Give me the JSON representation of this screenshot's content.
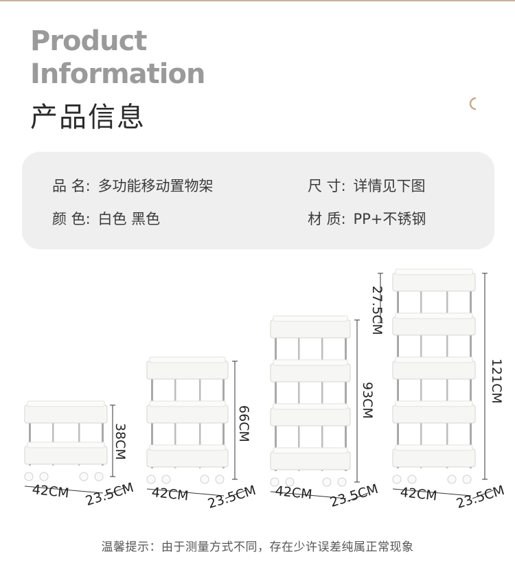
{
  "title_en_line1": "Product",
  "title_en_line2": "Information",
  "title_cn": "产品信息",
  "info": {
    "name_label": "品 名:",
    "name_value": "多功能移动置物架",
    "size_label": "尺 寸:",
    "size_value": "详情见下图",
    "color_label": "颜 色:",
    "color_value": "白色 黑色",
    "material_label": "材 质:",
    "material_value": "PP+不锈钢"
  },
  "products": [
    {
      "tiers": 2,
      "height": "38CM",
      "width": "42CM",
      "depth": "23.5CM"
    },
    {
      "tiers": 3,
      "height": "66CM",
      "width": "42CM",
      "depth": "23.5CM"
    },
    {
      "tiers": 4,
      "height": "93CM",
      "width": "42CM",
      "depth": "23.5CM"
    },
    {
      "tiers": 5,
      "height": "121CM",
      "tier_gap": "27.5CM",
      "width": "42CM",
      "depth": "23.5CM"
    }
  ],
  "footer_note": "温馨提示：由于测量方式不同，存在少许误差纯属正常现象",
  "colors": {
    "accent": "#c9b29a",
    "title_gray": "#9a9a9a",
    "box_bg": "#efefef"
  }
}
